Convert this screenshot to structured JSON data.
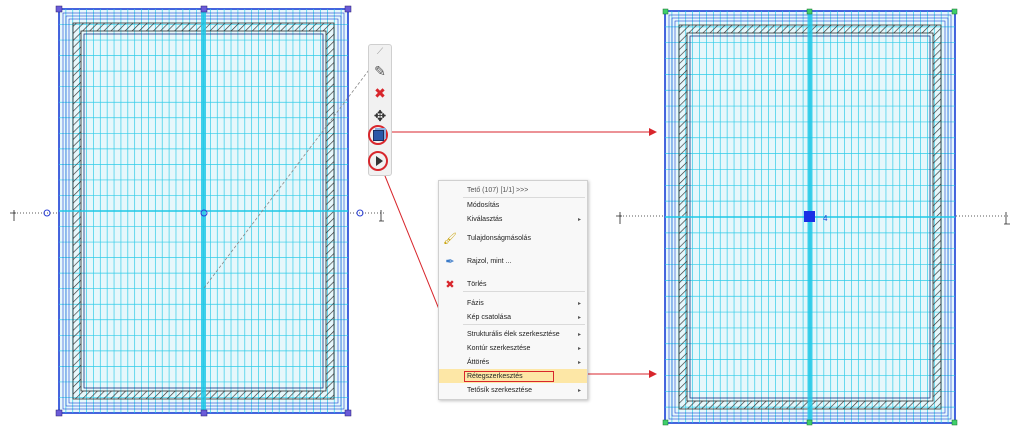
{
  "context_menu": {
    "title": "Tető (107) [1/1] >>>",
    "items": [
      {
        "label": "Módosítás",
        "submenu": false
      },
      {
        "label": "Kiválasztás",
        "submenu": true
      },
      {
        "label": "Tulajdonságmásolás",
        "submenu": false,
        "icon": "brush-icon"
      },
      {
        "label": "Rajzol, mint ...",
        "submenu": false,
        "icon": "pipette-icon"
      },
      {
        "label": "Törlés",
        "submenu": false,
        "icon": "delete-icon"
      },
      {
        "label": "Fázis",
        "submenu": true
      },
      {
        "label": "Kép csatolása",
        "submenu": true
      },
      {
        "label": "Strukturális élek szerkesztése",
        "submenu": true
      },
      {
        "label": "Kontúr szerkesztése",
        "submenu": true
      },
      {
        "label": "Áttörés",
        "submenu": true
      },
      {
        "label": "Rétegszerkesztés",
        "submenu": false,
        "highlighted": true
      },
      {
        "label": "Tetősík szerkesztése",
        "submenu": true
      }
    ]
  },
  "toolbar": {
    "buttons": [
      "edit-pencil-icon",
      "delete-icon",
      "move-icon",
      "layers-icon",
      "more-arrow-icon"
    ]
  },
  "right_view": {
    "node_label": "4"
  },
  "colors": {
    "grid_line": "#1ec8e6",
    "outline_blue": "#1a3fd6",
    "annotation_red": "#d8262c",
    "menu_highlight": "#fde7a6"
  }
}
